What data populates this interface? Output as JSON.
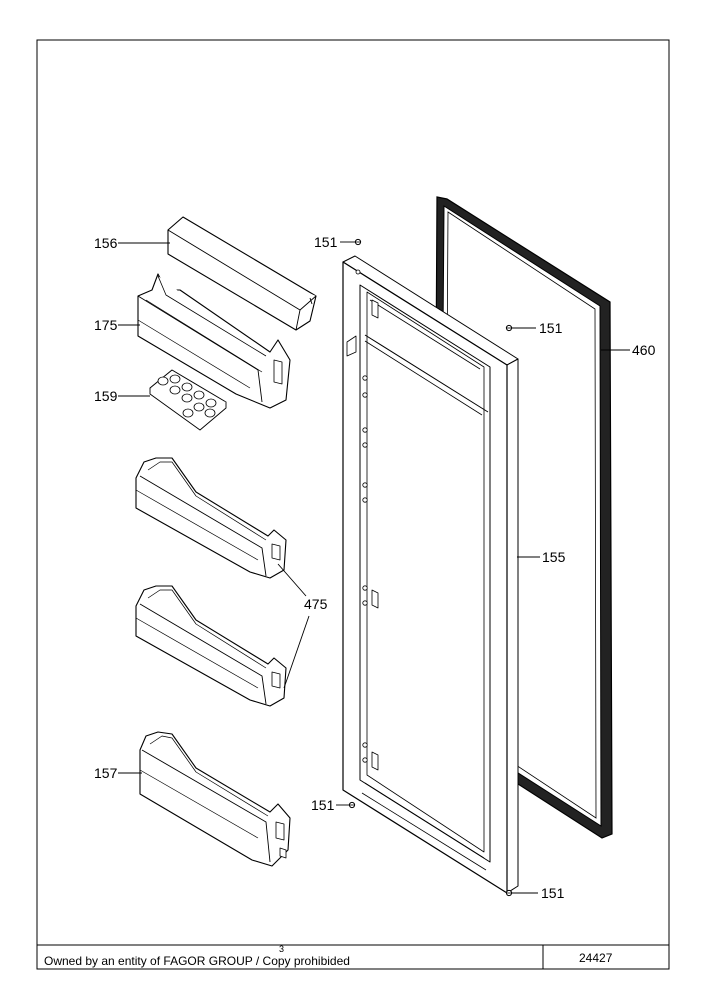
{
  "callouts": {
    "c156": "156",
    "c175": "175",
    "c159": "159",
    "c475": "475",
    "c157": "157",
    "c151a": "151",
    "c151b": "151",
    "c151c": "151",
    "c151d": "151",
    "c460": "460",
    "c155": "155"
  },
  "footer": {
    "page_number": "3",
    "owner_text": "Owned by an entity of FAGOR GROUP / Copy prohibided",
    "drawing_number": "24427"
  },
  "colors": {
    "line": "#000000",
    "gasket": "#1a1a1a",
    "paper": "#ffffff"
  }
}
